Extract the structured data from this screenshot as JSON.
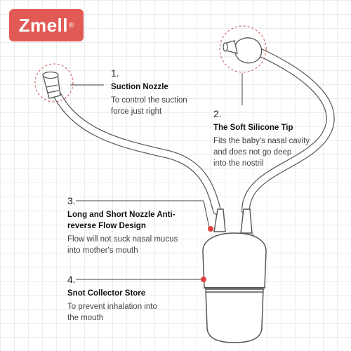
{
  "brand": {
    "logo_text": "Zmell",
    "logo_mark": "®"
  },
  "features": [
    {
      "number": "1.",
      "title": "Suction Nozzle",
      "desc_lines": [
        "To control the suction",
        "force just right"
      ]
    },
    {
      "number": "2.",
      "title": "The Soft Silicone Tip",
      "desc_lines": [
        "Fits the baby's nasal cavity",
        "and does not go deep",
        "into the nostril"
      ]
    },
    {
      "number": "3.",
      "title_lines": [
        "Long and Short Nozzle Anti-",
        "reverse Flow Design"
      ],
      "desc_lines": [
        "Flow will not suck nasal mucus",
        "into mother's mouth"
      ]
    },
    {
      "number": "4.",
      "title": "Snot Collector Store",
      "desc_lines": [
        "To prevent inhalation into",
        "the mouth"
      ]
    }
  ],
  "colors": {
    "accent": "#e25a55",
    "line": "#555555"
  }
}
